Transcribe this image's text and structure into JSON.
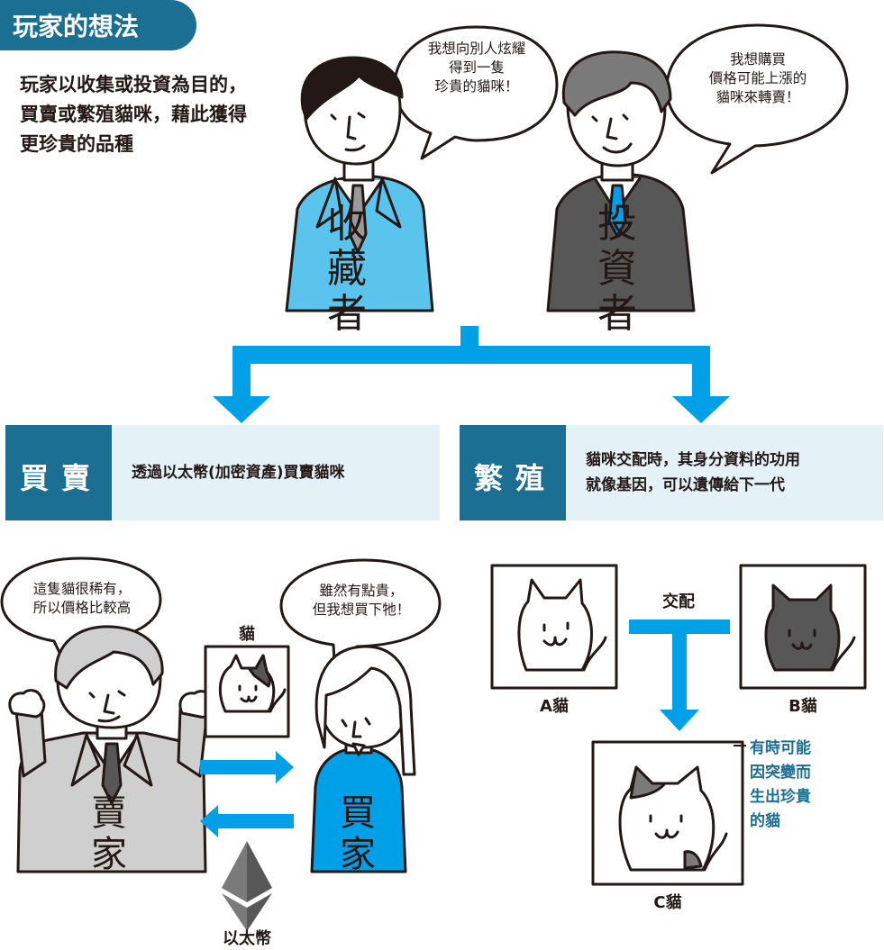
{
  "header": {
    "title": "玩家的想法"
  },
  "intro": {
    "text": "玩家以收集或投資為目的，買賣或繁殖貓咪，藉此獲得更珍貴的品種"
  },
  "collector": {
    "label": "收藏者",
    "speech_lines": [
      "我想向別人炫耀",
      "得到一隻",
      "珍貴的貓咪！"
    ]
  },
  "investor": {
    "label": "投資者",
    "speech_lines": [
      "我想購買",
      "價格可能上漲的",
      "貓咪來轉賣！"
    ]
  },
  "trade_box": {
    "title": "買賣",
    "description": "透過以太幣(加密資產)買賣貓咪"
  },
  "breed_box": {
    "title": "繁殖",
    "description_lines": [
      "貓咪交配時，其身分資料的功用",
      "就像基因，可以遺傳給下一代"
    ]
  },
  "seller": {
    "label": "賣家",
    "speech_lines": [
      "這隻貓很稀有，",
      "所以價格比較高"
    ]
  },
  "buyer": {
    "label": "買家",
    "speech_lines": [
      "雖然有點貴，",
      "但我想買下牠！"
    ]
  },
  "trade_labels": {
    "cat": "貓",
    "ether": "以太幣"
  },
  "breeding": {
    "mating_label": "交配",
    "cat_a": "A貓",
    "cat_b": "B貓",
    "cat_c": "C貓",
    "mutation_lines": [
      "有時可能",
      "因突變而",
      "生出珍貴",
      "的貓"
    ]
  },
  "colors": {
    "accent": "#1b6f93",
    "bright_blue": "#00a0e9",
    "light_blue": "#5bc4ec",
    "pale_blue": "#e4f2f8",
    "dark_suit": "#575757",
    "gray_suit": "#cfcfcf"
  }
}
